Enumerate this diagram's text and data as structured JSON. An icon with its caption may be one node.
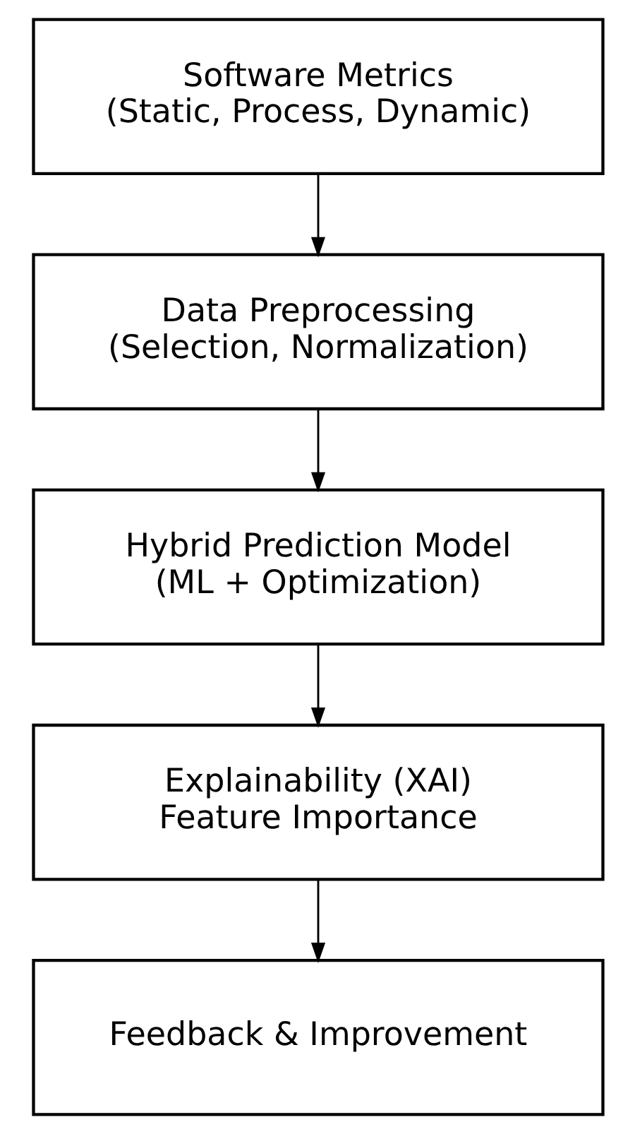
{
  "diagram": {
    "nodes": [
      {
        "text": [
          "Software Metrics",
          "(Static, Process, Dynamic)"
        ]
      },
      {
        "text": [
          "Data Preprocessing",
          "(Selection, Normalization)"
        ]
      },
      {
        "text": [
          "Hybrid Prediction Model",
          "(ML + Optimization)"
        ]
      },
      {
        "text": [
          "Explainability (XAI)",
          "Feature Importance"
        ]
      },
      {
        "text": [
          "Feedback & Improvement"
        ]
      }
    ],
    "edges": [
      {
        "from": 0,
        "to": 1,
        "arrow": "to"
      },
      {
        "from": 1,
        "to": 2,
        "arrow": "to"
      },
      {
        "from": 2,
        "to": 3,
        "arrow": "to"
      },
      {
        "from": 3,
        "to": 4,
        "arrow": "to"
      }
    ]
  }
}
